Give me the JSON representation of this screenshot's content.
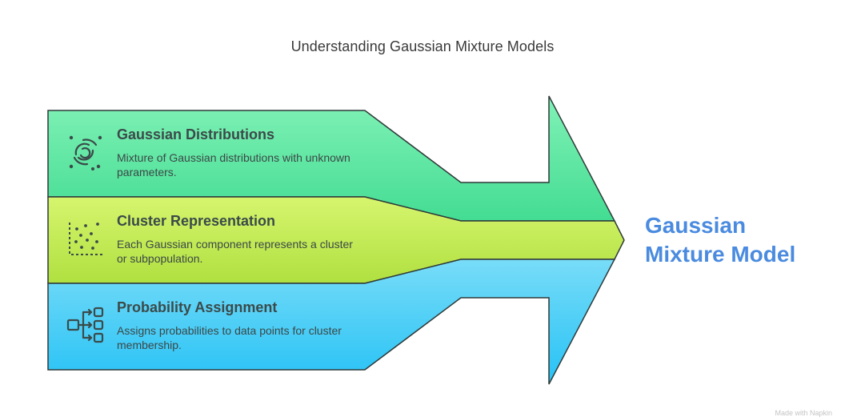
{
  "title": "Understanding Gaussian Mixture Models",
  "bands": [
    {
      "heading": "Gaussian Distributions",
      "description": "Mixture of Gaussian distributions with unknown parameters.",
      "icon": "spiral-galaxy-icon",
      "color": "#5ee6a2"
    },
    {
      "heading": "Cluster Representation",
      "description": "Each Gaussian component represents a cluster or subpopulation.",
      "icon": "scatter-plot-icon",
      "color": "#c4ee5a"
    },
    {
      "heading": "Probability Assignment",
      "description": "Assigns probabilities to data points for cluster membership.",
      "icon": "branching-flow-icon",
      "color": "#55d2f7"
    }
  ],
  "result": {
    "line1": "Gaussian",
    "line2": "Mixture Model",
    "color": "#4a8be0"
  },
  "footer": "Made with Napkin"
}
